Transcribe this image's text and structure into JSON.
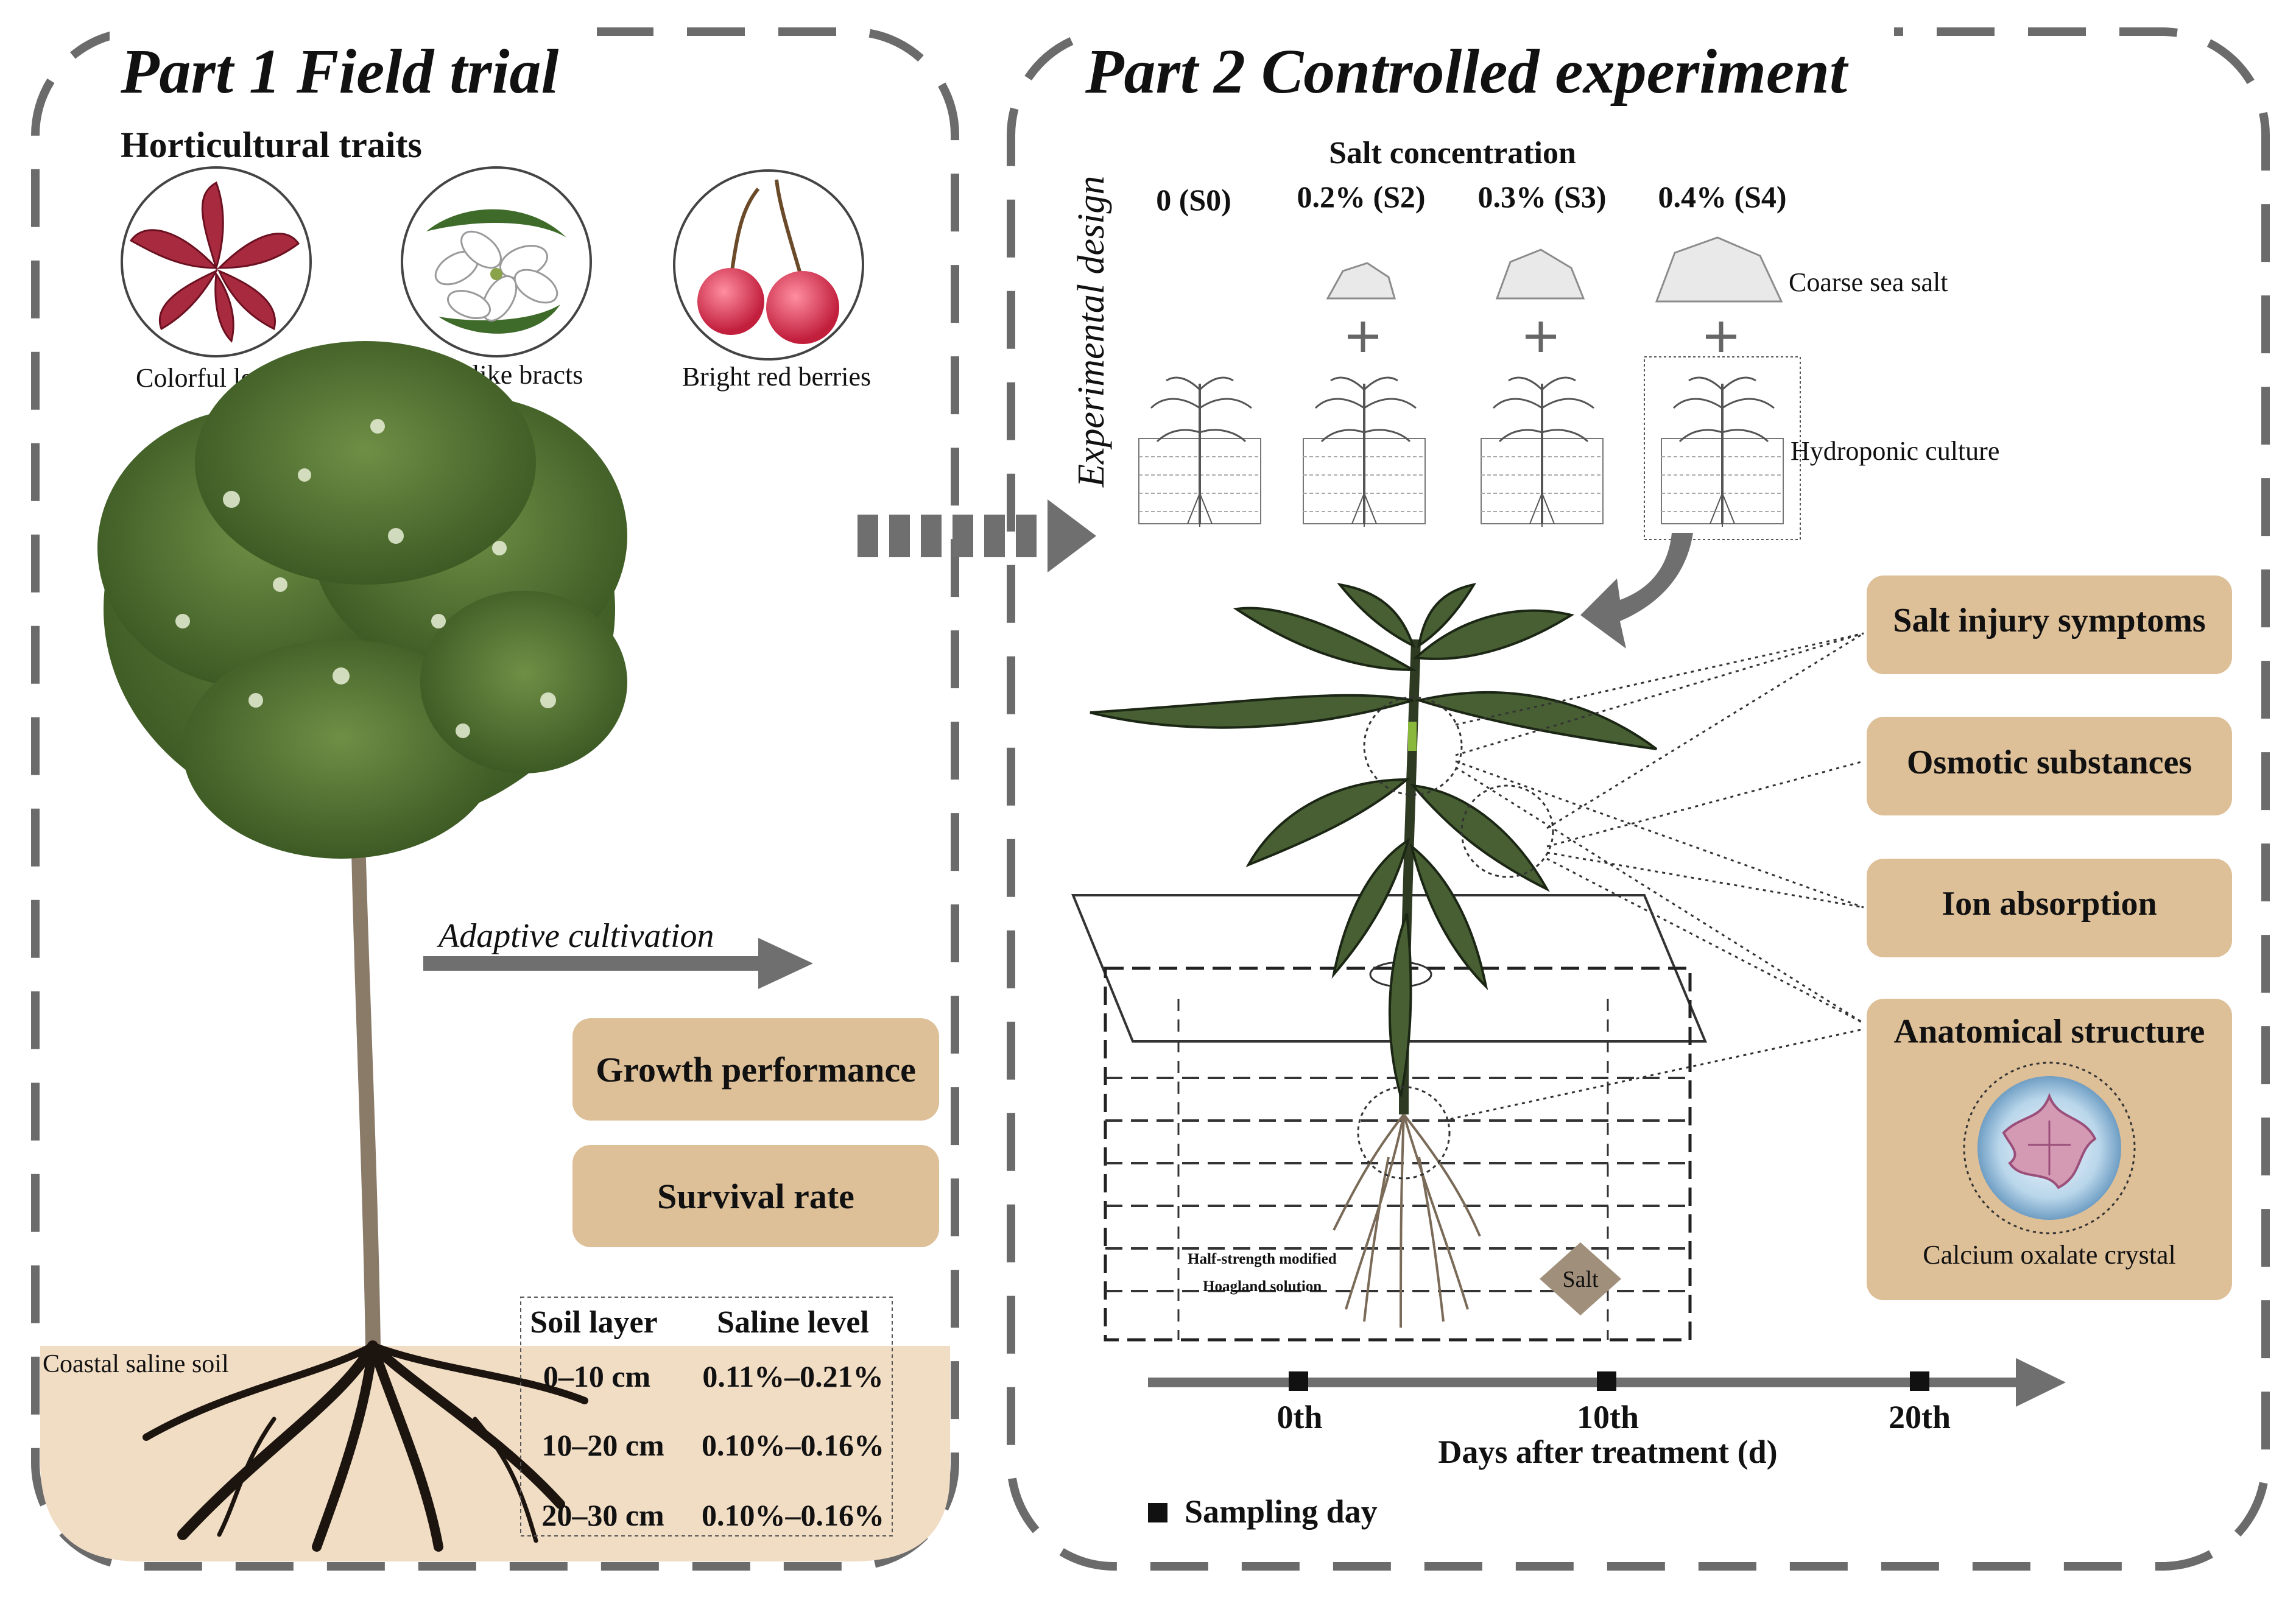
{
  "part1": {
    "title": "Part 1 Field trial",
    "traits_heading": "Horticultural traits",
    "traits": [
      "Colorful leaves",
      "Petal-like bracts",
      "Bright red berries"
    ],
    "arrow_label": "Adaptive cultivation",
    "results": [
      "Growth performance",
      "Survival rate"
    ],
    "soil_label": "Coastal saline soil",
    "soil_table": {
      "headers": [
        "Soil layer",
        "Saline level"
      ],
      "rows": [
        [
          "0–10 cm",
          "0.11%–0.21%"
        ],
        [
          "10–20 cm",
          "0.10%–0.16%"
        ],
        [
          "20–30 cm",
          "0.10%–0.16%"
        ]
      ]
    }
  },
  "part2": {
    "title": "Part 2 Controlled experiment",
    "design_label": "Experimental design",
    "salt_heading": "Salt concentration",
    "treatments": [
      "0 (S0)",
      "0.2% (S2)",
      "0.3% (S3)",
      "0.4% (S4)"
    ],
    "salt_label": "Coarse sea salt",
    "culture_label": "Hydroponic culture",
    "solution_label": [
      "Half-strength modified",
      "Hoagland solution"
    ],
    "salt_tag": "Salt",
    "measurements": [
      "Salt injury symptoms",
      "Osmotic substances",
      "Ion absorption",
      "Anatomical structure"
    ],
    "crystal_label": "Calcium oxalate crystal",
    "timeline": {
      "ticks": [
        "0th",
        "10th",
        "20th"
      ],
      "title": "Days after treatment (d)",
      "legend": "Sampling day"
    }
  },
  "colors": {
    "frame": "#6b6b6b",
    "box": "#ddbf98",
    "soil": "#f1dcc4",
    "arrow": "#6f6f6f"
  }
}
